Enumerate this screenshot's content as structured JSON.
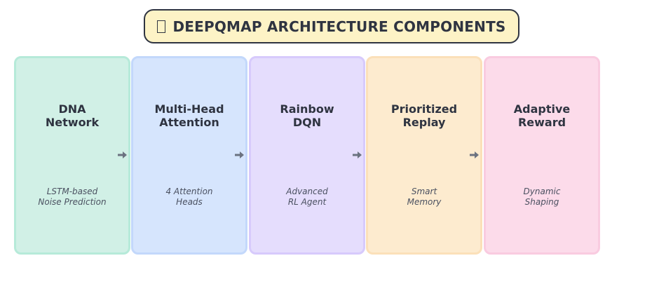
{
  "title": {
    "icon": "square-glyph-icon",
    "text": "DEEPQMAP ARCHITECTURE COMPONENTS"
  },
  "components": [
    {
      "title_lines": [
        "DNA",
        "Network"
      ],
      "subtitle_lines": [
        "LSTM-based",
        "Noise Prediction"
      ],
      "fill": "#d1f0e6",
      "border": "#b6ead9"
    },
    {
      "title_lines": [
        "Multi-Head",
        "Attention"
      ],
      "subtitle_lines": [
        "4 Attention",
        "Heads"
      ],
      "fill": "#d6e5fd",
      "border": "#c3d8fb"
    },
    {
      "title_lines": [
        "Rainbow",
        "DQN"
      ],
      "subtitle_lines": [
        "Advanced",
        "RL Agent"
      ],
      "fill": "#e5ddfd",
      "border": "#d7cafc"
    },
    {
      "title_lines": [
        "Prioritized",
        "Replay"
      ],
      "subtitle_lines": [
        "Smart",
        "Memory"
      ],
      "fill": "#fdebcf",
      "border": "#fbe0b9"
    },
    {
      "title_lines": [
        "Adaptive",
        "Reward"
      ],
      "subtitle_lines": [
        "Dynamic",
        "Shaping"
      ],
      "fill": "#fcdbea",
      "border": "#f9cbe0"
    }
  ],
  "arrow_color": "#6b7280"
}
